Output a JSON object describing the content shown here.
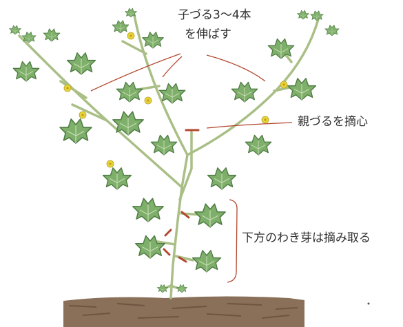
{
  "labels": {
    "children_line1": "子づる3〜4本",
    "children_line2": "を伸ばす",
    "parent_pinch": "親づるを摘心",
    "lower_buds": "下方のわき芽は摘み取る"
  },
  "colors": {
    "vine": "#a9bf86",
    "leaf_fill": "#7fb06b",
    "leaf_edge": "#4f7c44",
    "flower": "#e6d53a",
    "marker": "#b3472e",
    "soil": "#8a7058",
    "text": "#2f2f2f"
  }
}
